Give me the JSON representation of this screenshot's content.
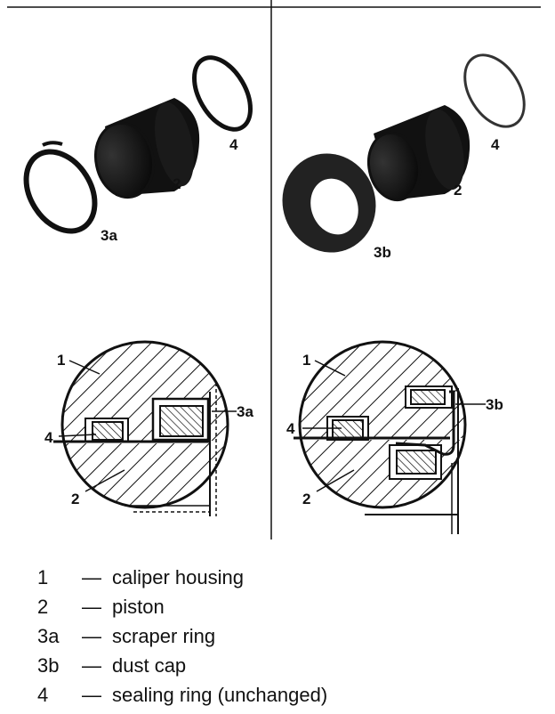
{
  "labels": {
    "ring4_left": "4",
    "piston_left": "2",
    "ring3a": "3a",
    "ring4_right": "4",
    "piston_right": "2",
    "ring3b": "3b",
    "sec_left_housing": "1",
    "sec_left_seal": "4",
    "sec_left_scraper": "3a",
    "sec_left_piston": "2",
    "sec_right_housing": "1",
    "sec_right_seal": "4",
    "sec_right_dustcap": "3b",
    "sec_right_piston": "2"
  },
  "legend": [
    {
      "num": "1",
      "dash": "—",
      "text": "caliper housing"
    },
    {
      "num": "2",
      "dash": "—",
      "text": "piston"
    },
    {
      "num": "3a",
      "dash": "—",
      "text": "scraper ring"
    },
    {
      "num": "3b",
      "dash": "—",
      "text": "dust cap"
    },
    {
      "num": "4",
      "dash": "—",
      "text": "sealing ring (unchanged)"
    }
  ],
  "colors": {
    "ink": "#111111",
    "paper": "#ffffff"
  }
}
